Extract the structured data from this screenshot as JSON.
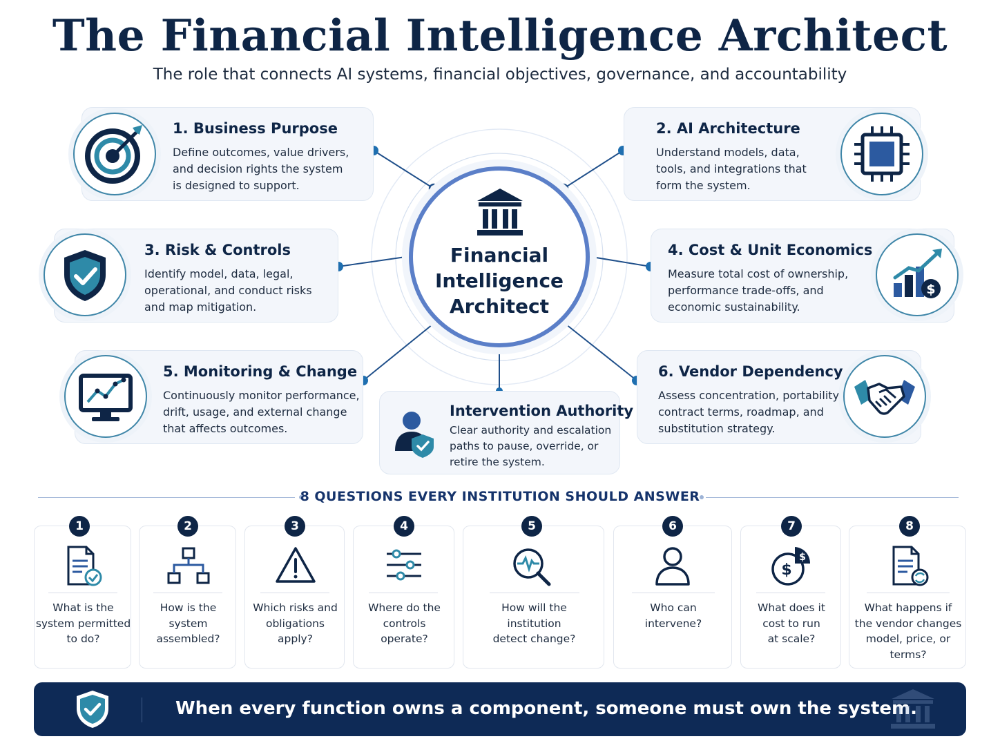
{
  "header": {
    "title": "The Financial Intelligence Architect",
    "subtitle": "The role that connects AI systems, financial objectives, governance, and accountability"
  },
  "center": {
    "label_lines": [
      "Financial",
      "Intelligence",
      "Architect"
    ]
  },
  "components": [
    {
      "title": "1. Business Purpose",
      "lines": [
        "Define outcomes, value drivers,",
        "and decision rights the system",
        "is designed to support."
      ],
      "icon": "target-icon"
    },
    {
      "title": "2. AI Architecture",
      "lines": [
        "Understand models, data,",
        "tools, and integrations that",
        "form the system."
      ],
      "icon": "chip-icon"
    },
    {
      "title": "3. Risk & Controls",
      "lines": [
        "Identify model, data, legal,",
        "operational, and conduct risks",
        "and map mitigation."
      ],
      "icon": "shield-check-icon"
    },
    {
      "title": "4. Cost & Unit Economics",
      "lines": [
        "Measure total cost of ownership,",
        "performance trade-offs, and",
        "economic sustainability."
      ],
      "icon": "growth-chart-dollar-icon"
    },
    {
      "title": "5. Monitoring & Change",
      "lines": [
        "Continuously monitor performance,",
        "drift, usage, and external change",
        "that affects outcomes."
      ],
      "icon": "monitor-chart-icon"
    },
    {
      "title": "6. Vendor Dependency",
      "lines": [
        "Assess concentration, portability,",
        "contract terms, roadmap, and",
        "substitution strategy."
      ],
      "icon": "handshake-icon"
    },
    {
      "title": "Intervention Authority",
      "lines": [
        "Clear authority and escalation",
        "paths to pause, override, or",
        "retire the system."
      ],
      "icon": "user-shield-icon"
    }
  ],
  "questions": {
    "section_title": "8 QUESTIONS EVERY INSTITUTION SHOULD ANSWER",
    "items": [
      {
        "number": "1",
        "lines": [
          "What is the",
          "system permitted",
          "to do?"
        ],
        "icon": "document-check-icon"
      },
      {
        "number": "2",
        "lines": [
          "How is the",
          "system",
          "assembled?"
        ],
        "icon": "hierarchy-icon"
      },
      {
        "number": "3",
        "lines": [
          "Which risks and",
          "obligations",
          "apply?"
        ],
        "icon": "warning-icon"
      },
      {
        "number": "4",
        "lines": [
          "Where do the",
          "controls",
          "operate?"
        ],
        "icon": "sliders-icon"
      },
      {
        "number": "5",
        "lines": [
          "How will the",
          "institution",
          "detect change?"
        ],
        "icon": "magnifier-pulse-icon"
      },
      {
        "number": "6",
        "lines": [
          "Who can",
          "intervene?"
        ],
        "icon": "user-icon"
      },
      {
        "number": "7",
        "lines": [
          "What does it",
          "cost to run",
          "at scale?"
        ],
        "icon": "dollar-pie-icon"
      },
      {
        "number": "8",
        "lines": [
          "What happens if",
          "the vendor changes",
          "model, price, or",
          "terms?"
        ],
        "icon": "document-refresh-icon"
      }
    ]
  },
  "banner": {
    "text": "When every function owns a component, someone must own the system."
  },
  "colors": {
    "navy": "#0e2546",
    "accent_teal": "#2e8aa8",
    "accent_blue": "#2c5aa0",
    "center_ring": "#5b7fc8",
    "banner_bg": "#0e2a56"
  }
}
